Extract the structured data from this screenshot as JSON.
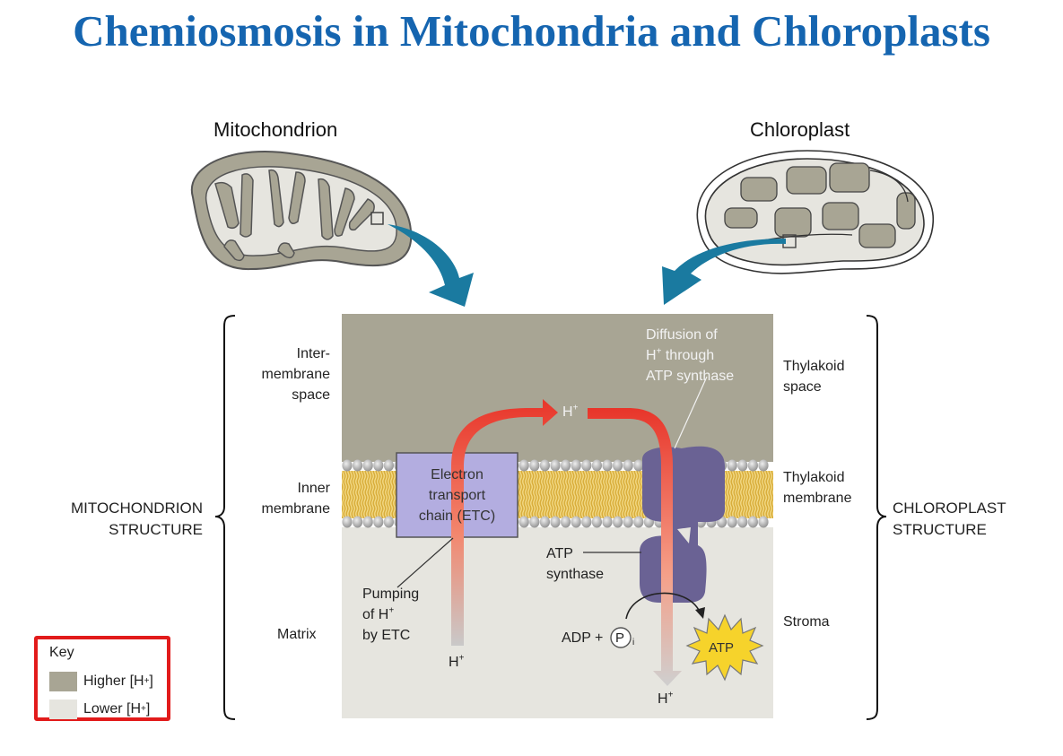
{
  "title": "Chemiosmosis in Mitochondria and Chloroplasts",
  "organelles": {
    "mitochondrion": "Mitochondrion",
    "chloroplast": "Chloroplast"
  },
  "colors": {
    "title": "#1565b0",
    "higher_h": "#a8a594",
    "lower_h": "#e6e5df",
    "etc_box": "#b3ade0",
    "atp_synthase": "#6a6294",
    "proton_arrow": "#e8352a",
    "pointer_arrow": "#1a7aa0",
    "atp_star": "#f6d32b",
    "key_border": "#e21b1b",
    "membrane_tails": "#e0b84a"
  },
  "left_labels": {
    "intermembrane": [
      "Inter-",
      "membrane",
      "space"
    ],
    "inner_membrane": [
      "Inner",
      "membrane"
    ],
    "matrix": "Matrix",
    "structure": [
      "MITOCHONDRION",
      "STRUCTURE"
    ]
  },
  "right_labels": {
    "thylakoid_space": [
      "Thylakoid",
      "space"
    ],
    "thylakoid_membrane": [
      "Thylakoid",
      "membrane"
    ],
    "stroma": "Stroma",
    "structure": [
      "CHLOROPLAST",
      "STRUCTURE"
    ]
  },
  "center_labels": {
    "diffusion": [
      "Diffusion of",
      "H",
      "+",
      " through",
      "ATP synthase"
    ],
    "etc": [
      "Electron",
      "transport",
      "chain (ETC)"
    ],
    "h_plus_top": "H",
    "pumping": [
      "Pumping",
      "of H",
      "+",
      "by ETC"
    ],
    "h_plus_left_bottom": "H",
    "atp_synthase": [
      "ATP",
      "synthase"
    ],
    "adp": "ADP +",
    "pi_letter": "P",
    "pi_subscript": "i",
    "atp": "ATP",
    "h_plus_right_bottom": "H",
    "plus": "+"
  },
  "key": {
    "title": "Key",
    "items": [
      {
        "label": "Higher [H",
        "sup": "+",
        "end": "]"
      },
      {
        "label": "Lower [H",
        "sup": "+",
        "end": "]"
      }
    ]
  }
}
